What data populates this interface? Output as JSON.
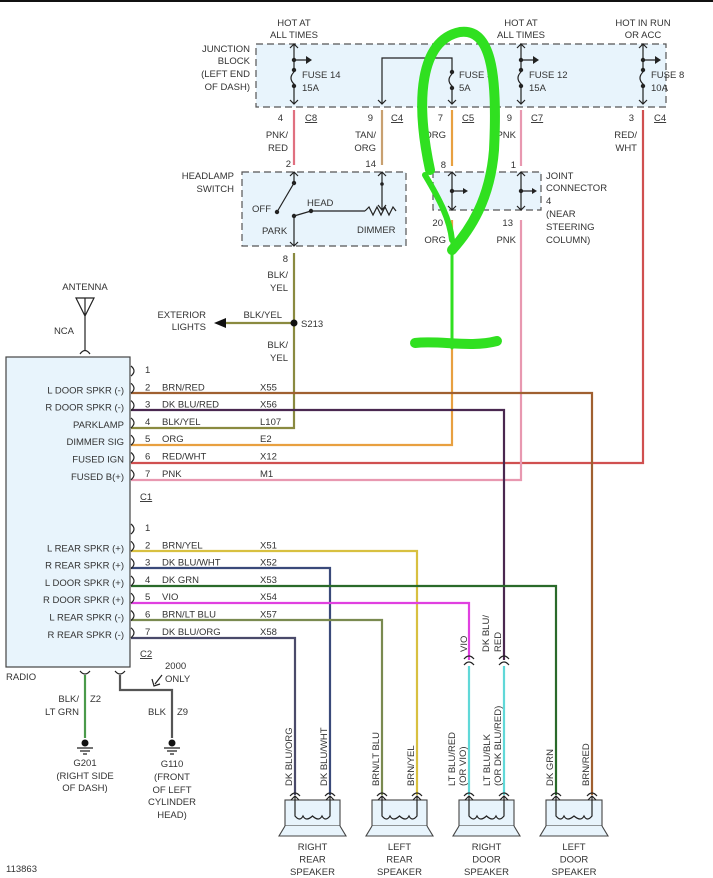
{
  "figure_id": "113863",
  "colors": {
    "pnk_red": "#e07080",
    "tan_org": "#c8a070",
    "org": "#e8a040",
    "pnk": "#e898b0",
    "red_wht": "#d05050",
    "blk_yel": "#8a8a40",
    "brn_red": "#a06030",
    "dk_blu_red": "#4a2850",
    "brn_yel": "#d8c040",
    "dk_blu_wht": "#3a4a7a",
    "dk_grn": "#2a6a2a",
    "vio": "#e040e0",
    "brn_lt_blu": "#7a8a50",
    "dk_blu_org": "#4a4a6a",
    "lt_blu": "#60d8d8",
    "blk_lt_grn": "#4a9a4a",
    "blk": "#555555",
    "highlight": "#30e020"
  },
  "junction_block": {
    "label": [
      "JUNCTION",
      "BLOCK",
      "(LEFT END",
      "OF DASH)"
    ],
    "fuses": [
      {
        "header": [
          "HOT AT",
          "ALL TIMES"
        ],
        "name": "FUSE 14",
        "rating": "15A",
        "pin": "4",
        "connector": "C8",
        "wire": [
          "PNK/",
          "RED"
        ]
      },
      {
        "header": [],
        "name": "",
        "rating": "",
        "pin": "9",
        "connector": "C4",
        "wire": [
          "TAN/",
          "ORG"
        ]
      },
      {
        "header": [],
        "name": "FUSE 5",
        "rating": "5A",
        "pin": "7",
        "connector": "C5",
        "wire": [
          "ORG"
        ]
      },
      {
        "header": [
          "HOT AT",
          "ALL TIMES"
        ],
        "name": "FUSE 12",
        "rating": "15A",
        "pin": "9",
        "connector": "C7",
        "wire": [
          "PNK"
        ]
      },
      {
        "header": [
          "HOT IN RUN",
          "OR ACC"
        ],
        "name": "FUSE 8",
        "rating": "10A",
        "pin": "3",
        "connector": "C4",
        "wire": [
          "RED/",
          "WHT"
        ]
      }
    ]
  },
  "headlamp_switch": {
    "label": [
      "HEADLAMP",
      "SWITCH"
    ],
    "pin_in": "2",
    "pin_dimmer": "14",
    "pin_out": "8",
    "off": "OFF",
    "head": "HEAD",
    "park": "PARK",
    "dimmer": "DIMMER",
    "out_wire": [
      "BLK/",
      "YEL"
    ]
  },
  "joint_connector": {
    "label": [
      "JOINT",
      "CONNECTOR",
      "4",
      "(NEAR",
      "STEERING",
      "COLUMN)"
    ],
    "pins_top": [
      "8",
      "1"
    ],
    "pins_bottom": [
      "20",
      "13"
    ],
    "wires": [
      "ORG",
      "PNK"
    ]
  },
  "splice": {
    "id": "S213",
    "branch_wire": "BLK/YEL",
    "destination": [
      "EXTERIOR",
      "LIGHTS"
    ],
    "lower_wire": [
      "BLK/",
      "YEL"
    ]
  },
  "antenna": {
    "label": "ANTENNA",
    "nca": "NCA"
  },
  "radio": {
    "label": "RADIO",
    "c1": {
      "name": "C1",
      "rows": [
        {
          "pin": "1",
          "func": "",
          "color": "",
          "circuit": ""
        },
        {
          "pin": "2",
          "func": "L DOOR SPKR (-)",
          "color": "BRN/RED",
          "circuit": "X55"
        },
        {
          "pin": "3",
          "func": "R DOOR SPKR (-)",
          "color": "DK BLU/RED",
          "circuit": "X56"
        },
        {
          "pin": "4",
          "func": "PARKLAMP",
          "color": "BLK/YEL",
          "circuit": "L107"
        },
        {
          "pin": "5",
          "func": "DIMMER SIG",
          "color": "ORG",
          "circuit": "E2"
        },
        {
          "pin": "6",
          "func": "FUSED IGN",
          "color": "RED/WHT",
          "circuit": "X12"
        },
        {
          "pin": "7",
          "func": "FUSED B(+)",
          "color": "PNK",
          "circuit": "M1"
        }
      ]
    },
    "c2": {
      "name": "C2",
      "rows": [
        {
          "pin": "1",
          "func": "",
          "color": "",
          "circuit": ""
        },
        {
          "pin": "2",
          "func": "L REAR SPKR (+)",
          "color": "BRN/YEL",
          "circuit": "X51"
        },
        {
          "pin": "3",
          "func": "R REAR SPKR (+)",
          "color": "DK BLU/WHT",
          "circuit": "X52"
        },
        {
          "pin": "4",
          "func": "L DOOR SPKR (+)",
          "color": "DK GRN",
          "circuit": "X53"
        },
        {
          "pin": "5",
          "func": "R DOOR SPKR (+)",
          "color": "VIO",
          "circuit": "X54"
        },
        {
          "pin": "6",
          "func": "L REAR SPKR (-)",
          "color": "BRN/LT BLU",
          "circuit": "X57"
        },
        {
          "pin": "7",
          "func": "R REAR SPKR (-)",
          "color": "DK BLU/ORG",
          "circuit": "X58"
        }
      ]
    }
  },
  "grounds": [
    {
      "wire": [
        "BLK/",
        "LT GRN"
      ],
      "circuit": "Z2",
      "id": "G201",
      "location": [
        "(RIGHT SIDE",
        "OF DASH)"
      ]
    },
    {
      "wire": [
        "BLK"
      ],
      "circuit": "Z9",
      "id": "G110",
      "location": [
        "(FRONT",
        "OF LEFT",
        "CYLINDER",
        "HEAD)"
      ],
      "note": [
        "2000",
        "ONLY"
      ]
    }
  ],
  "speakers": [
    {
      "name": [
        "RIGHT",
        "REAR",
        "SPEAKER"
      ],
      "wires": [
        "DK BLU/ORG",
        "DK BLU/WHT"
      ]
    },
    {
      "name": [
        "LEFT",
        "REAR",
        "SPEAKER"
      ],
      "wires": [
        "BRN/LT BLU",
        "BRN/YEL"
      ]
    },
    {
      "name": [
        "RIGHT",
        "DOOR",
        "SPEAKER"
      ],
      "wires": [
        "LT BLU/RED|(OR VIO)",
        "LT BLU/BLK|(OR DK BLU/RED)"
      ],
      "upper_wires": [
        "VIO",
        "DK BLU/|RED"
      ]
    },
    {
      "name": [
        "LEFT",
        "DOOR",
        "SPEAKER"
      ],
      "wires": [
        "DK GRN",
        "BRN/RED"
      ]
    }
  ]
}
